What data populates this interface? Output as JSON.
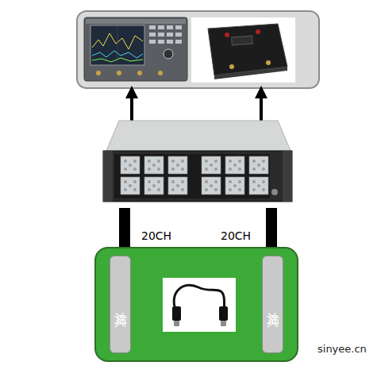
{
  "diagram": {
    "nodes": [
      {
        "text": [
          "治具"
        ]
      },
      {
        "text": [
          "治具"
        ]
      }
    ],
    "labels": [
      "20CH",
      "20CH",
      "sinyee.cn"
    ]
  }
}
